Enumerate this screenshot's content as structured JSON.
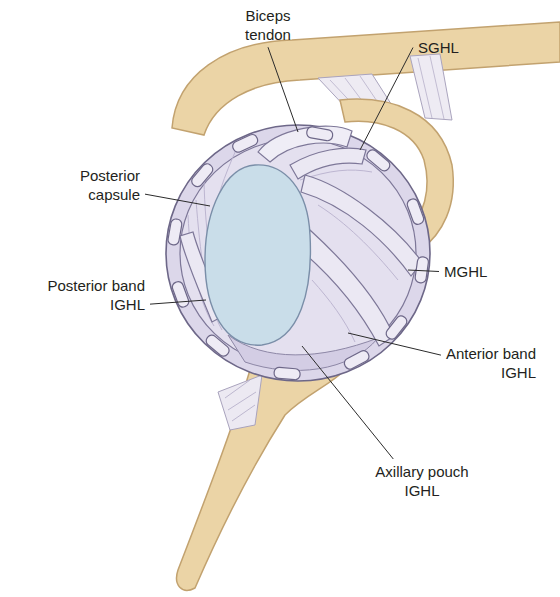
{
  "diagram": {
    "labels": [
      "Biceps tendon",
      "SGHL",
      "Posterior capsule",
      "MGHL",
      "Posterior band IGHL",
      "Anterior band IGHL",
      "Axillary pouch IGHL"
    ]
  }
}
